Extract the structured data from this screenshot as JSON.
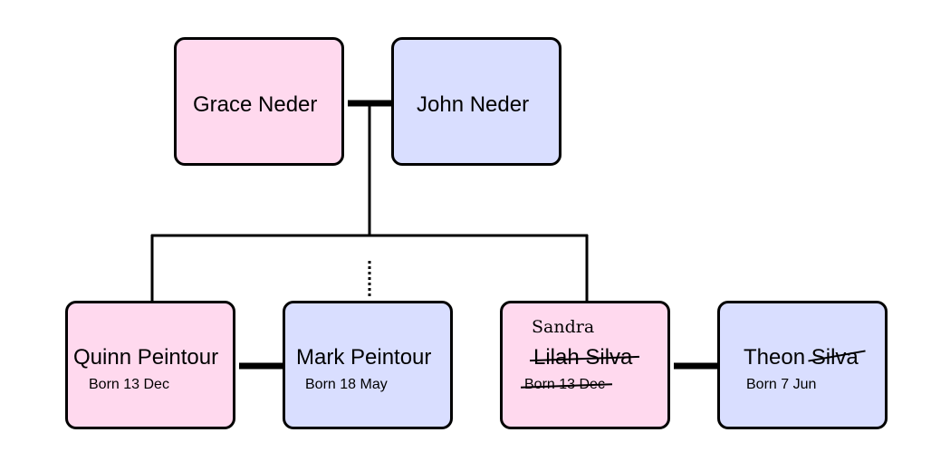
{
  "people": {
    "grace": {
      "name": "Grace Neder"
    },
    "john": {
      "name": "John Neder"
    },
    "quinn": {
      "name": "Quinn Peintour",
      "born": "Born 13 Dec"
    },
    "mark": {
      "name": "Mark Peintour",
      "born": "Born 18 May"
    },
    "lilah": {
      "name_correction": "Sandra",
      "name_struck": "Lilah Silva",
      "born_struck": "Born 13 Dec"
    },
    "theon": {
      "first_name": "Theon",
      "surname_struck": "Silva",
      "born": "Born 7 Jun"
    }
  },
  "colors": {
    "female": "#ffd9ee",
    "male": "#d9deff",
    "line": "#000000"
  }
}
